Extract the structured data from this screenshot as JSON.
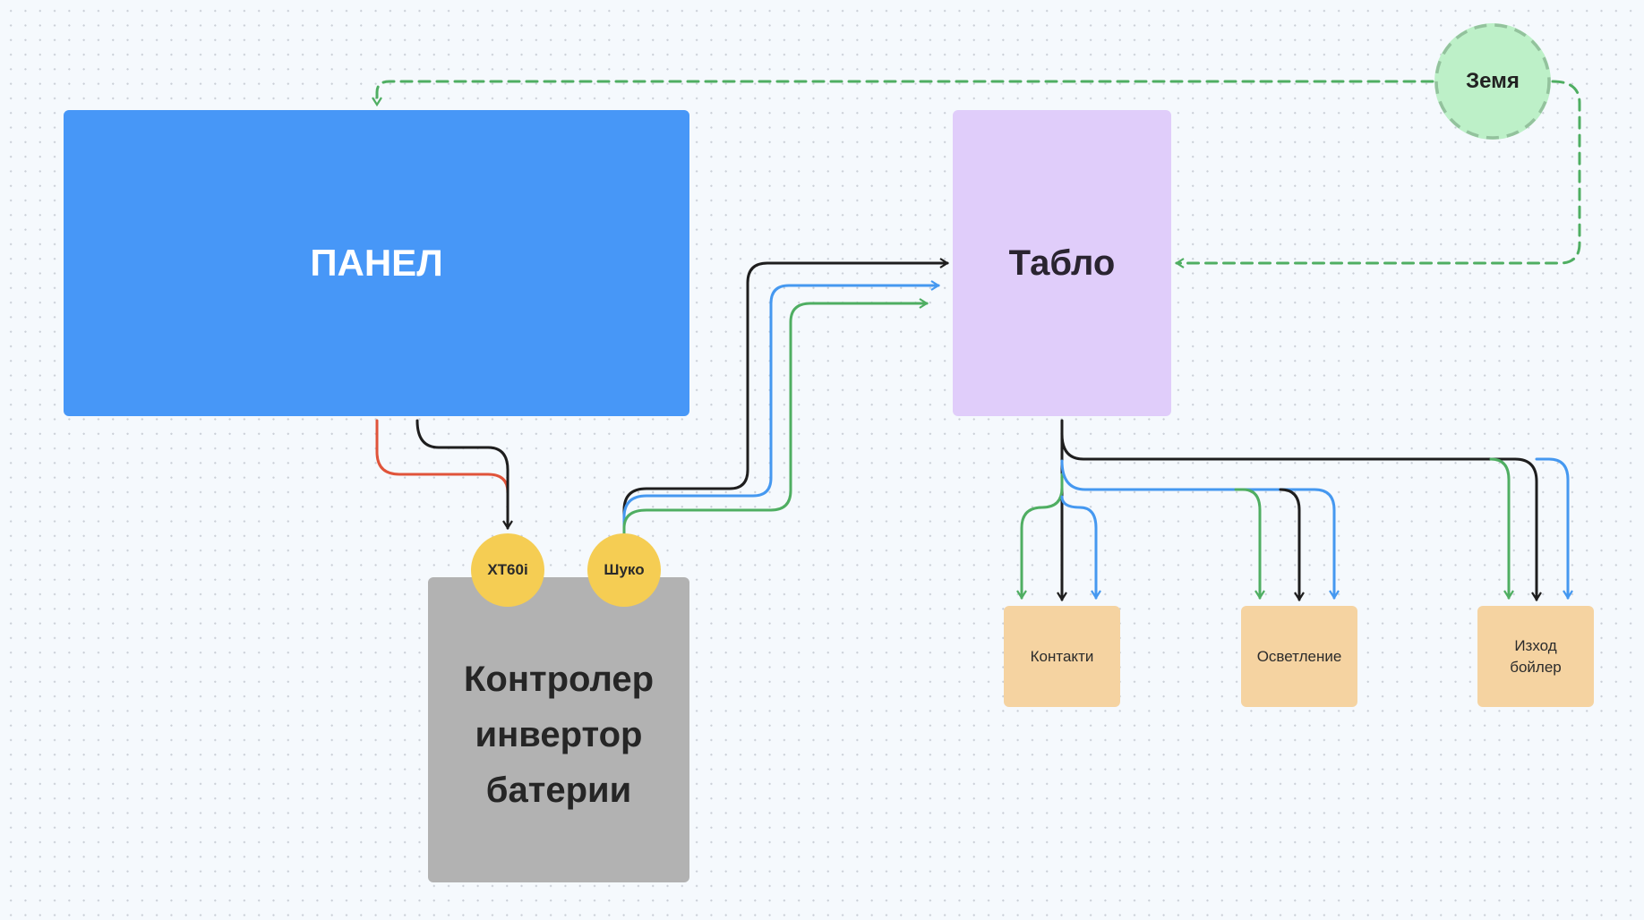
{
  "nodes": {
    "panel": "ПАНЕЛ",
    "tablo": "Табло",
    "controller": "Контролер\nинвертор\nбатерии",
    "earth": "Земя"
  },
  "ports": {
    "xt60": "XT60i",
    "shuko": "Шуко"
  },
  "outputs": [
    {
      "label": "Контакти"
    },
    {
      "label": "Осветление"
    },
    {
      "label": "Изход\nбойлер"
    }
  ],
  "colors": {
    "panel": "#4797f7",
    "tablo": "#e0cdfa",
    "controller": "#b2b2b2",
    "port": "#f5cd53",
    "output": "#f5d3a1",
    "earth": "#bdf0c8",
    "wire_black": "#1e1e1e",
    "wire_blue": "#4598f0",
    "wire_green": "#4fae62",
    "wire_red": "#e0543a"
  },
  "connections": [
    {
      "from": "ПАНЕЛ",
      "to": "XT60i",
      "wires": [
        "red",
        "black"
      ]
    },
    {
      "from": "Шуко",
      "to": "Табло",
      "wires": [
        "black",
        "blue",
        "green"
      ]
    },
    {
      "from": "Табло",
      "to": "Контакти",
      "wires": [
        "green",
        "black",
        "blue"
      ]
    },
    {
      "from": "Табло",
      "to": "Осветление",
      "wires": [
        "green",
        "black",
        "blue"
      ]
    },
    {
      "from": "Табло",
      "to": "Изход бойлер",
      "wires": [
        "green",
        "black",
        "blue"
      ]
    },
    {
      "from": "Земя",
      "to": "ПАНЕЛ",
      "style": "dashed"
    },
    {
      "from": "Земя",
      "to": "Табло",
      "style": "dashed"
    }
  ]
}
